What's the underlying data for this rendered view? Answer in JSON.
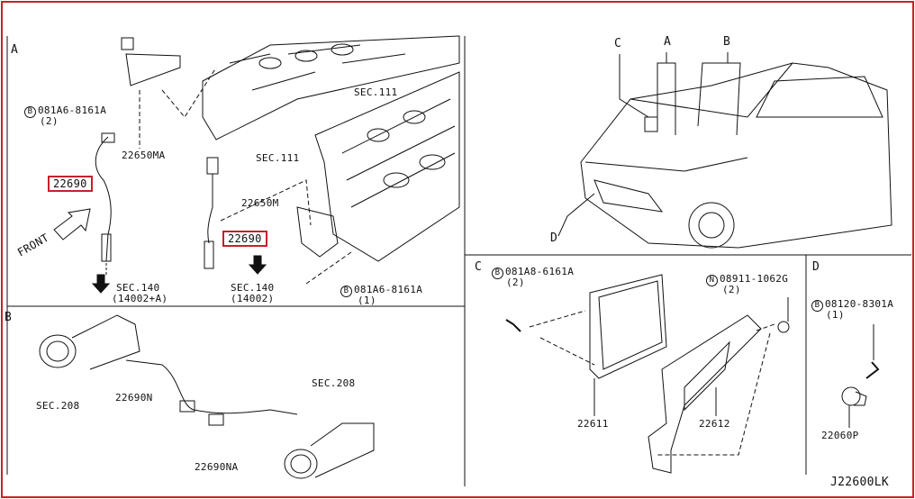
{
  "diagram_id": "J22600LK",
  "sections": {
    "A": {
      "label": "A",
      "bolt_upper": {
        "circle": "B",
        "part": "081A6-8161A",
        "qty": "(2)"
      },
      "bracket_upper": "22650MA",
      "sensor_left": "22690",
      "front_label": "FRONT",
      "sec_111_upper": "SEC.111",
      "sec_111_lower": "SEC.111",
      "bracket_lower": "22650M",
      "sensor_right": "22690",
      "sec_140_left": {
        "sec": "SEC.140",
        "ref": "(14002+A)"
      },
      "sec_140_right": {
        "sec": "SEC.140",
        "ref": "(14002)"
      },
      "bolt_lower": {
        "circle": "B",
        "part": "081A6-8161A",
        "qty": "(1)"
      }
    },
    "B": {
      "label": "B",
      "sec_208_left": "SEC.208",
      "sensor_n": "22690N",
      "sensor_na": "22690NA",
      "sec_208_right": "SEC.208"
    },
    "vehicle": {
      "callouts": [
        "C",
        "A",
        "B",
        "D"
      ]
    },
    "C": {
      "label": "C",
      "bolt": {
        "circle": "B",
        "part": "081A8-6161A",
        "qty": "(2)"
      },
      "nut": {
        "circle": "N",
        "part": "08911-1062G",
        "qty": "(2)"
      },
      "module": "22611",
      "bracket": "22612"
    },
    "D": {
      "label": "D",
      "bolt": {
        "circle": "B",
        "part": "08120-8301A",
        "qty": "(1)"
      },
      "sensor": "22060P"
    }
  },
  "colors": {
    "highlight": "#c8202a",
    "line": "#111111"
  }
}
